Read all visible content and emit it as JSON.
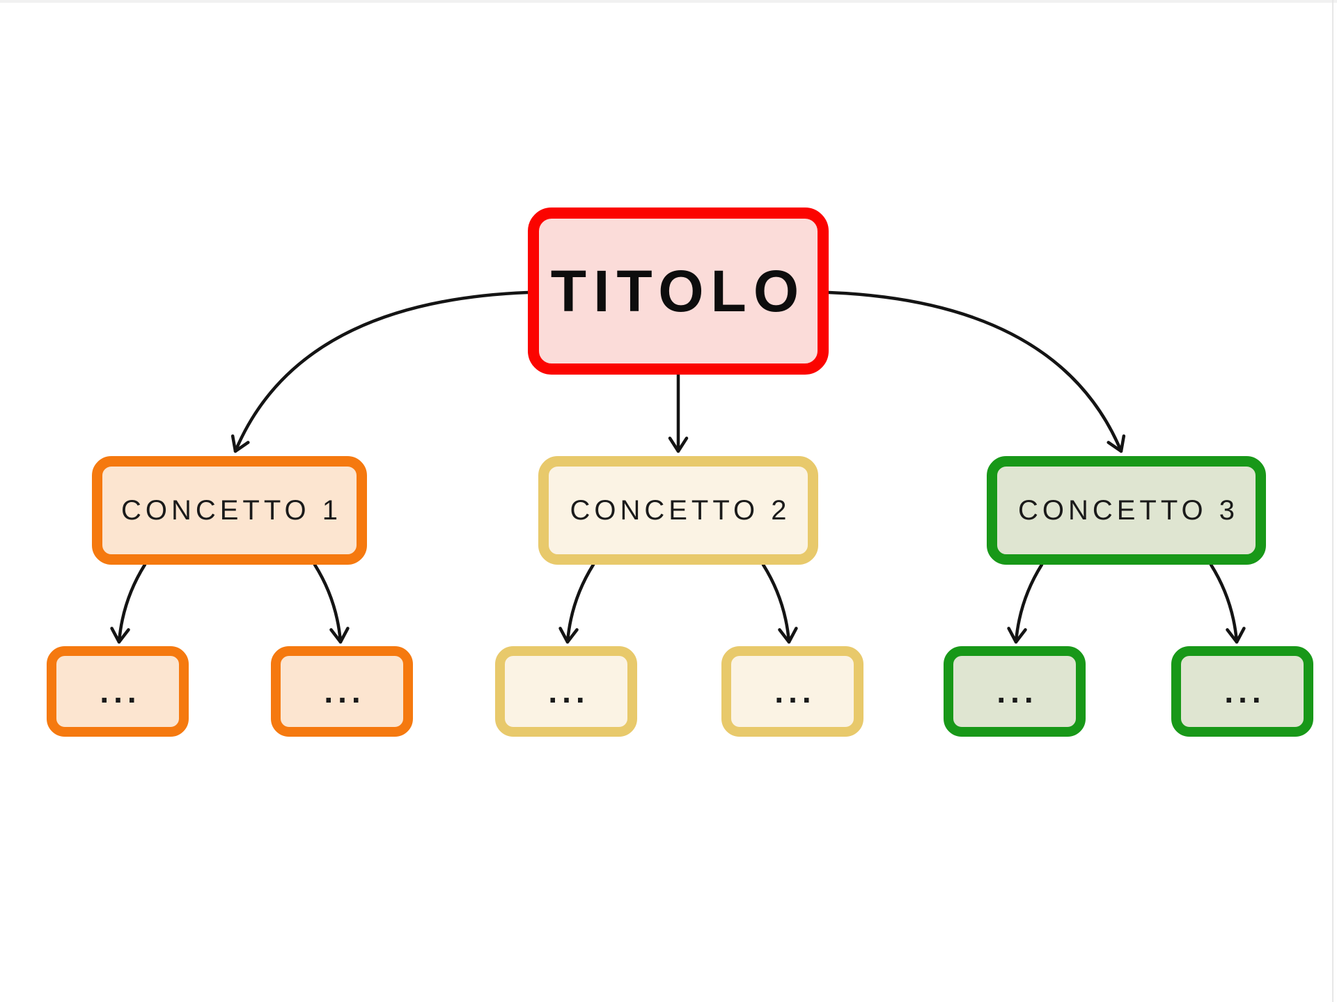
{
  "page": {
    "background": "#ffffff",
    "top_strip_color": "#f1f1f1",
    "right_edge_line_color": "#e7e7e7"
  },
  "diagram": {
    "connector_color": "#141414",
    "root": {
      "label": "TITOLO",
      "border_color": "#fb0400",
      "fill_color": "#fbdcd9",
      "text_color": "#0d0d0d"
    },
    "branches": [
      {
        "label": "CONCETTO 1",
        "border_color": "#f5790f",
        "fill_color": "#fce5d0",
        "text_color": "#1a1a1a",
        "children": [
          {
            "label": "..."
          },
          {
            "label": "..."
          }
        ]
      },
      {
        "label": "CONCETTO 2",
        "border_color": "#e8c96b",
        "fill_color": "#fbf3e4",
        "text_color": "#1a1a1a",
        "children": [
          {
            "label": "..."
          },
          {
            "label": "..."
          }
        ]
      },
      {
        "label": "CONCETTO 3",
        "border_color": "#189818",
        "fill_color": "#dfe5d1",
        "text_color": "#1a1a1a",
        "children": [
          {
            "label": "..."
          },
          {
            "label": "..."
          }
        ]
      }
    ]
  }
}
